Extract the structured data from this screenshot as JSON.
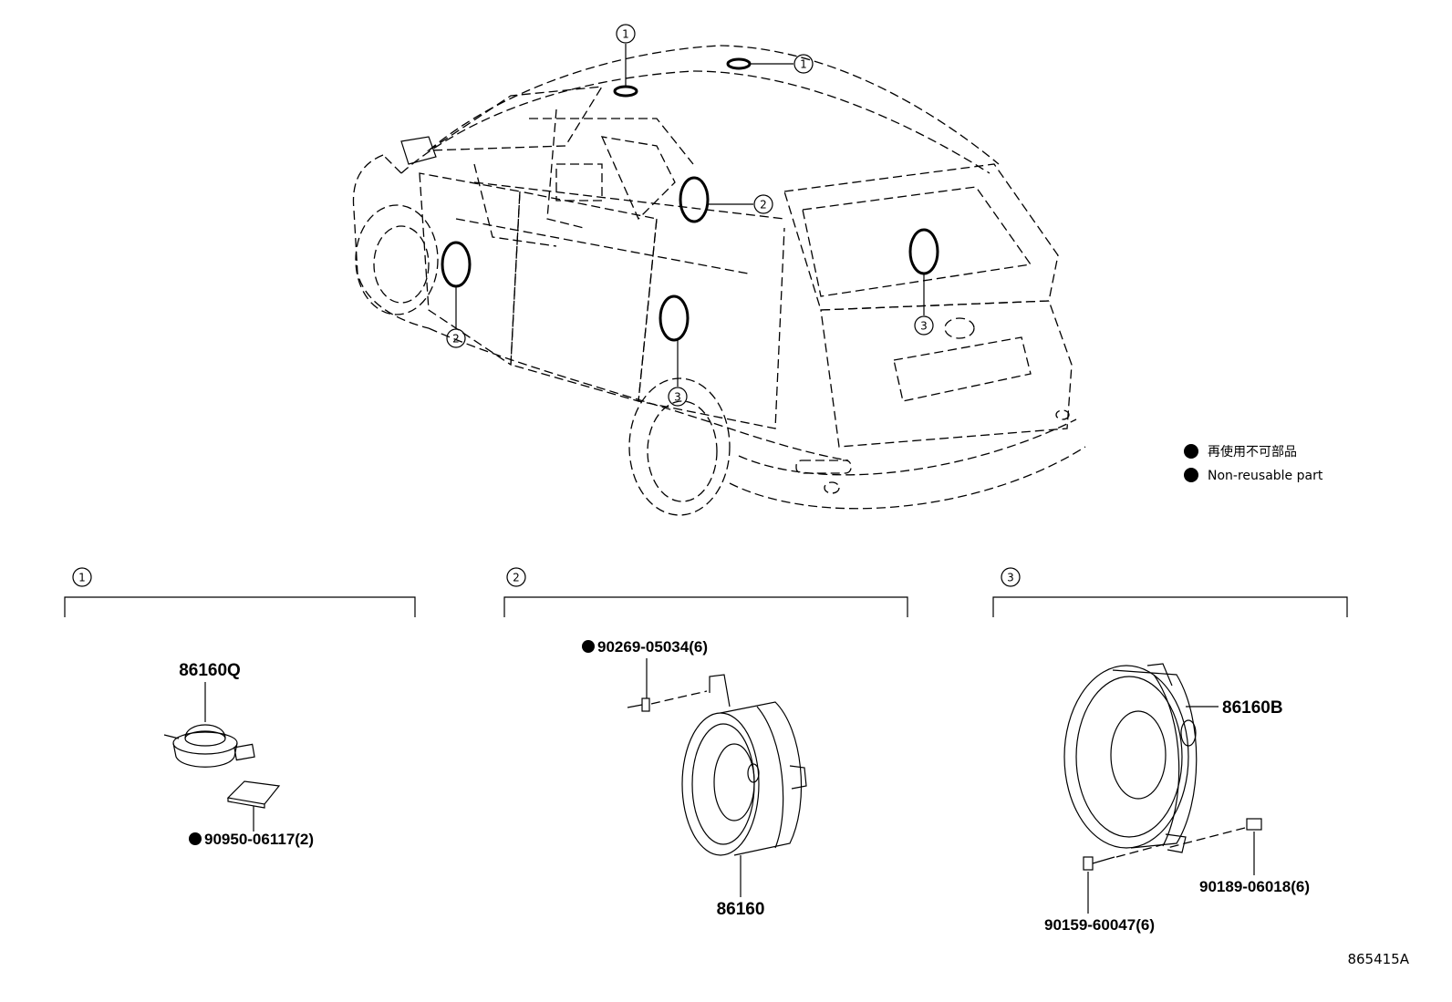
{
  "legend": {
    "line_jp": "再使用不可部品",
    "line_en": "Non-reusable part"
  },
  "callouts": {
    "c1": "1",
    "c2": "2",
    "c3": "3"
  },
  "groups": [
    {
      "index": "1",
      "parts": [
        "86160Q",
        "90950-06117(2)"
      ]
    },
    {
      "index": "2",
      "parts": [
        "90269-05034(6)",
        "86160"
      ]
    },
    {
      "index": "3",
      "parts": [
        "86160B",
        "90189-06018(6)",
        "90159-60047(6)"
      ]
    }
  ],
  "reference": "865415A"
}
